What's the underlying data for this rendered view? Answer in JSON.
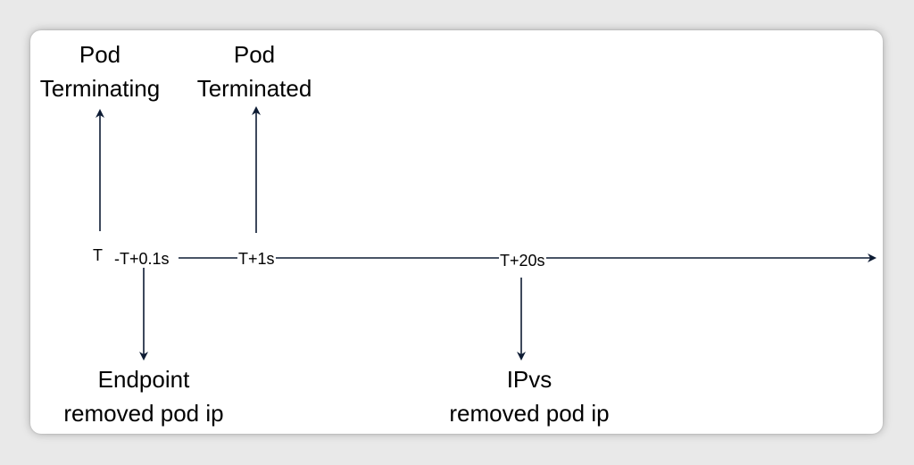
{
  "events": {
    "pod_terminating": {
      "line1": "Pod",
      "line2": "Terminating"
    },
    "pod_terminated": {
      "line1": "Pod",
      "line2": "Terminated"
    },
    "endpoint_removed": {
      "line1": "Endpoint",
      "line2": "removed pod ip"
    },
    "ipvs_removed": {
      "line1": "IPvs",
      "line2": "removed pod ip"
    }
  },
  "timeline": {
    "ticks": [
      "T",
      "-T+0.1s",
      "T+1s",
      "T+20s"
    ]
  },
  "colors": {
    "arrow": "#0d1b33",
    "text": "#000000",
    "card": "#ffffff"
  }
}
